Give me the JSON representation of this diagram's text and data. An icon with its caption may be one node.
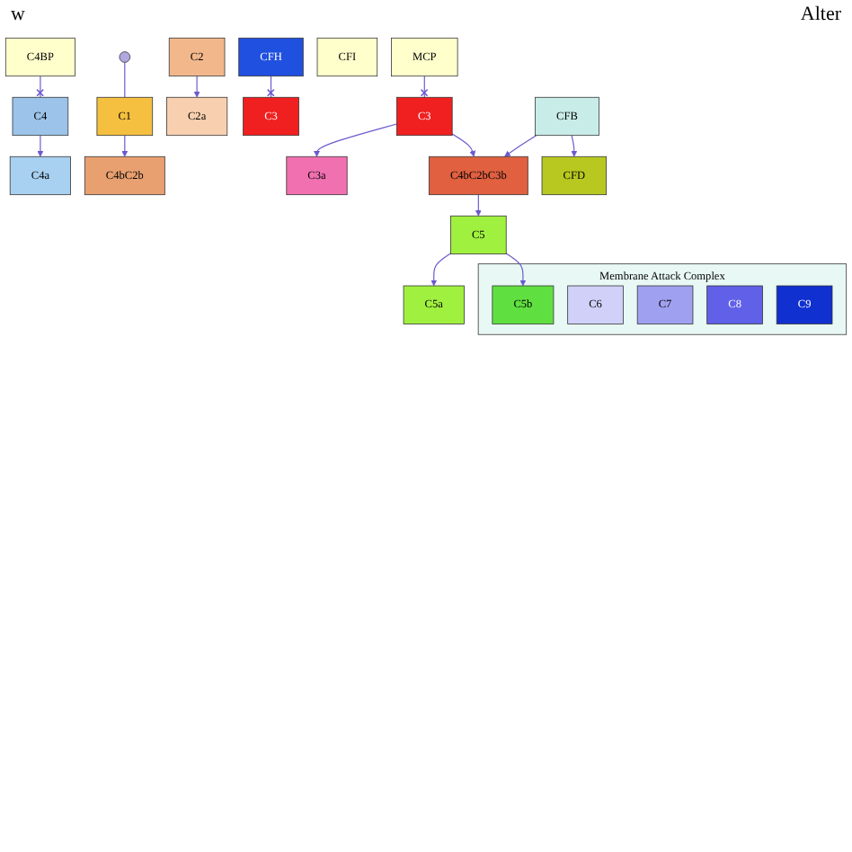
{
  "diagram": {
    "nodes": [
      {
        "text": [],
        "shape": "circle"
      },
      {
        "text": [
          "C1"
        ]
      },
      {
        "text": [
          "C4BP"
        ]
      },
      {
        "text": [
          "C4"
        ]
      },
      {
        "text": [
          "C2"
        ]
      },
      {
        "text": [
          "C4a"
        ]
      },
      {
        "text": [
          "C2a"
        ]
      },
      {
        "text": [
          "C4bC2b"
        ]
      },
      {
        "text": [
          "C3"
        ]
      },
      {
        "text": [
          "CFH"
        ]
      },
      {
        "text": [
          "C3"
        ]
      },
      {
        "text": [
          "CFB"
        ]
      },
      {
        "text": [
          "CFD"
        ]
      },
      {
        "text": [
          "CFI"
        ]
      },
      {
        "text": [
          "MCP"
        ]
      },
      {
        "text": [
          "C3a"
        ]
      },
      {
        "text": [
          "C4bC2bC3b"
        ]
      },
      {
        "text": [
          "C5"
        ]
      },
      {
        "text": [
          "C5a"
        ]
      },
      {
        "text": [
          "Membrane Attack Complex"
        ]
      },
      {
        "text": [
          "C5b"
        ],
        "in": 19
      },
      {
        "text": [
          "C6"
        ],
        "in": 19
      },
      {
        "text": [
          "C7"
        ],
        "in": 19
      },
      {
        "text": [
          "C8"
        ],
        "in": 19
      },
      {
        "text": [
          "C9"
        ],
        "in": 19
      }
    ],
    "edges": [
      {
        "from": 0,
        "to": 1,
        "arrow": "none"
      },
      {
        "from": 1,
        "to": 7,
        "arrow": "to"
      },
      {
        "from": 2,
        "to": 3,
        "arrow": "other"
      },
      {
        "from": 3,
        "to": 5,
        "arrow": "to"
      },
      {
        "from": 4,
        "to": 6,
        "arrow": "to"
      },
      {
        "from": 9,
        "to": 10,
        "arrow": "other"
      },
      {
        "from": 11,
        "to": 16,
        "arrow": "to"
      },
      {
        "from": 11,
        "to": 12,
        "arrow": "to"
      },
      {
        "from": 8,
        "to": 15,
        "arrow": "to"
      },
      {
        "from": 8,
        "to": 16,
        "arrow": "to"
      },
      {
        "from": 14,
        "to": 8,
        "arrow": "other"
      },
      {
        "from": 16,
        "to": 17,
        "arrow": "to"
      },
      {
        "from": 17,
        "to": 18,
        "arrow": "to"
      },
      {
        "from": 17,
        "to": 20,
        "arrow": "to"
      }
    ],
    "labels": [
      "w",
      "Alter"
    ]
  }
}
